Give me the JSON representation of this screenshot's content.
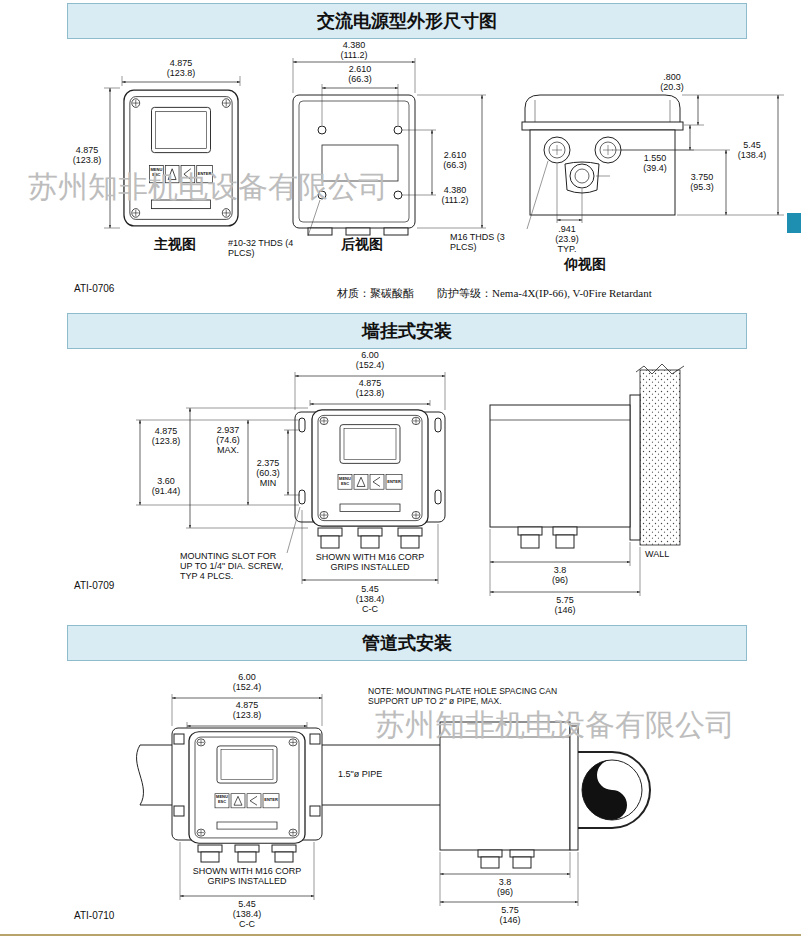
{
  "diagram": {
    "nodes": [
      {
        "text": [
          "交流电源型外形尺寸图"
        ]
      },
      {
        "text": [
          "墙挂式安装"
        ]
      },
      {
        "text": [
          "管道式安装"
        ]
      }
    ],
    "labels": [
      "4.875 (123.8)",
      "4.875 (123.8)",
      "MENU ESC",
      "ENTER",
      "主视图",
      "4.380 (111.2)",
      "2.610 (66.3)",
      "2.610 (66.3)",
      "4.380 (111.2)",
      "#10-32 THDS (4 PLCS)",
      "后视图",
      ".800 (20.3)",
      "1.550 (39.4)",
      "5.45 (138.4)",
      "3.750 (95.3)",
      "M16 THDS (3 PLCS)",
      ".941 (23.9) TYP.",
      "仰视图",
      "ATI-0706",
      "材质：聚碳酸酯",
      "防护等级：Nema-4X(IP-66), V-0Fire Retardant",
      "苏州知非机电设备有限公司",
      "6.00 (152.4)",
      "4.875 (123.8)",
      "4.875 (123.8)",
      "2.937 (74.6) MAX.",
      "2.375 (60.3) MIN",
      "3.60 (91.44)",
      "MENU ESC",
      "ENTER",
      "MOUNTING SLOT FOR UP TO 1/4\" DIA. SCREW, TYP 4 PLCS.",
      "SHOWN WITH M16 CORP GRIPS INSTALLED",
      "5.45 (138.4) C-C",
      "ATI-0709",
      "WALL",
      "3.8 (96)",
      "5.75 (146)",
      "6.00 (152.4)",
      "4.875 (123.8)",
      "MENU ESC",
      "ENTER",
      "NOTE: MOUNTING PLATE HOLE SPACING CAN SUPPORT UP TO 2\" ø PIPE, MAX.",
      "苏州知非机电设备有限公司",
      "1.5\"ø PIPE",
      "SHOWN WITH M16 CORP GRIPS INSTALLED",
      "5.45 (138.4) C-C",
      "ATI-0710",
      "3.8 (96)",
      "5.75 (146)"
    ]
  }
}
